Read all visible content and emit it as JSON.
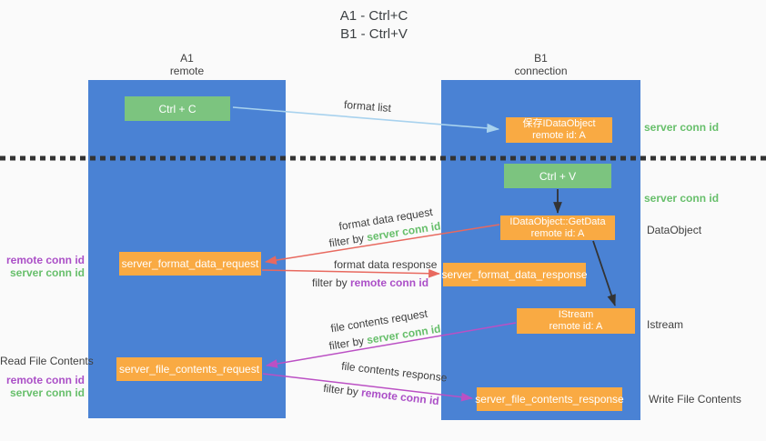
{
  "title": {
    "line1": "A1 - Ctrl+C",
    "line2": "B1 - Ctrl+V"
  },
  "lifelines": {
    "a1": {
      "name": "A1",
      "role": "remote"
    },
    "b1": {
      "name": "B1",
      "role": "connection"
    }
  },
  "nodes": {
    "ctrl_c": {
      "label": "Ctrl + C"
    },
    "ctrl_v": {
      "label": "Ctrl + V"
    },
    "save_dataobject": {
      "line1": "保存IDataObject",
      "line2": "remote id: A"
    },
    "getdata": {
      "line1": "IDataObject::GetData",
      "line2": "remote id: A"
    },
    "istream": {
      "line1": "IStream",
      "line2": "remote id: A"
    },
    "format_request": {
      "label": "server_format_data_request"
    },
    "format_response": {
      "label": "server_format_data_response"
    },
    "file_request": {
      "label": "server_file_contents_request"
    },
    "file_response": {
      "label": "server_file_contents_response"
    }
  },
  "edge_labels": {
    "format_list": "format list",
    "format_data_request": "format data request",
    "format_data_response": "format data response",
    "file_contents_request": "file contents request",
    "file_contents_response": "file contents response",
    "filter_by": "filter by ",
    "server_conn_id": "server conn id",
    "remote_conn_id": "remote conn id"
  },
  "side_labels": {
    "remote_conn_id": "remote conn id",
    "server_conn_id": "server conn id",
    "read_file_contents": "Read File Contents",
    "dataobject": "DataObject",
    "istream": "Istream",
    "write_file_contents": "Write File Contents"
  },
  "colors": {
    "lifeline_blue": "#4a82d4",
    "node_green": "#7cc47f",
    "node_orange": "#f9aa43",
    "arrow_light_blue": "#a8d2ee",
    "arrow_red": "#e8695f",
    "arrow_purple": "#bb50c4",
    "arrow_black": "#333333",
    "text_green": "#67bf6b",
    "text_purple": "#ab4fc7",
    "text_dark": "#3f3f3f",
    "background": "#fafafa"
  }
}
